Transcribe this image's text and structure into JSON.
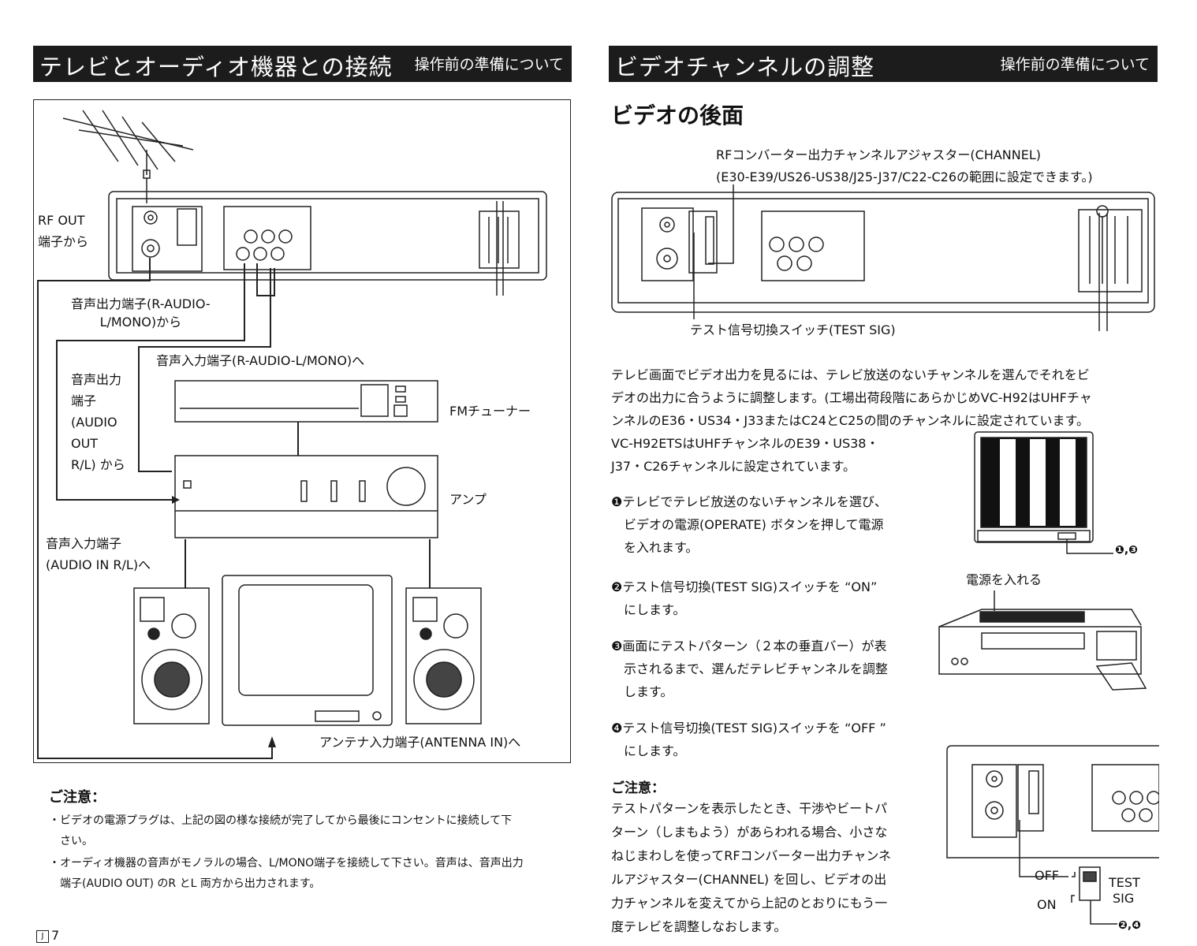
{
  "left": {
    "header": {
      "title": "テレビとオーディオ機器との接続",
      "section": "操作前の準備について"
    },
    "labels": {
      "rf_out": "RF OUT\n端子から",
      "audio_out_r": "音声出力端子(R-AUDIO-\nL/MONO)から",
      "audio_in_r": "音声入力端子(R-AUDIO-L/MONO)へ",
      "audio_out_rl": "音声出力\n端子\n(AUDIO\n OUT\nR/L) から",
      "fm_tuner": "FMチューナー",
      "amp": "アンプ",
      "audio_in_rl": "音声入力端子\n(AUDIO IN R/L)へ",
      "antenna_in": "アンテナ入力端子(ANTENNA IN)へ"
    },
    "caution_title": "ご注意：",
    "cautions": [
      "・ビデオの電源プラグは、上記の図の様な接続が完了してから最後にコンセントに接続して下\n　さい。",
      "・オーディオ機器の音声がモノラルの場合、L/MONO端子を接続して下さい。音声は、音声出力\n　端子(AUDIO OUT) のR とL 両方から出力されます。"
    ],
    "page_mark": "J",
    "page_number": "7"
  },
  "right": {
    "header": {
      "title": "ビデオチャンネルの調整",
      "section": "操作前の準備について"
    },
    "subtitle": "ビデオの後面",
    "channel_label": "RFコンバーター出力チャンネルアジャスター(CHANNEL)\n(E30-E39/US26-US38/J25-J37/C22-C26の範囲に設定できます。)",
    "test_sig_label": "テスト信号切換スイッチ(TEST SIG)",
    "intro": "テレビ画面でビデオ出力を見るには、テレビ放送のないチャンネルを選んでそれをビ\nデオの出力に合うように調整します。(工場出荷段階にあらかじめVC-H92はUHFチャ\nンネルのE36・US34・J33またはC24とC25の間のチャンネルに設定されています。\nVC-H92ETSはUHFチャンネルのE39・US38・\nJ37・C26チャンネルに設定されています。",
    "steps": [
      "❶テレビでテレビ放送のないチャンネルを選び、\n　ビデオの電源(OPERATE) ボタンを押して電源\n　を入れます。",
      "❷テスト信号切換(TEST SIG)スイッチを “ON”\n　にします。",
      "❸画面にテストパターン（２本の垂直バー）が表\n　示されるまで、選んだテレビチャンネルを調整\n　します。",
      "❹テスト信号切換(TEST SIG)スイッチを “OFF ”\n　にします。"
    ],
    "tv_callout": "❶,❸",
    "power_on": "電源を入れる",
    "caution_title": "ご注意：",
    "caution_text": "テストパターンを表示したとき、干渉やビートパ\nターン（しまもよう）があらわれる場合、小さな\nねじまわしを使ってRFコンバーター出力チャンネ\nルアジャスター(CHANNEL) を回し、ビデオの出\n力チャンネルを変えてから上記のとおりにもう一\n度テレビを調整しなおします。",
    "switch": {
      "off": "OFF",
      "on": "ON",
      "test": "TEST",
      "sig": "SIG",
      "callout": "❷,❹"
    }
  }
}
